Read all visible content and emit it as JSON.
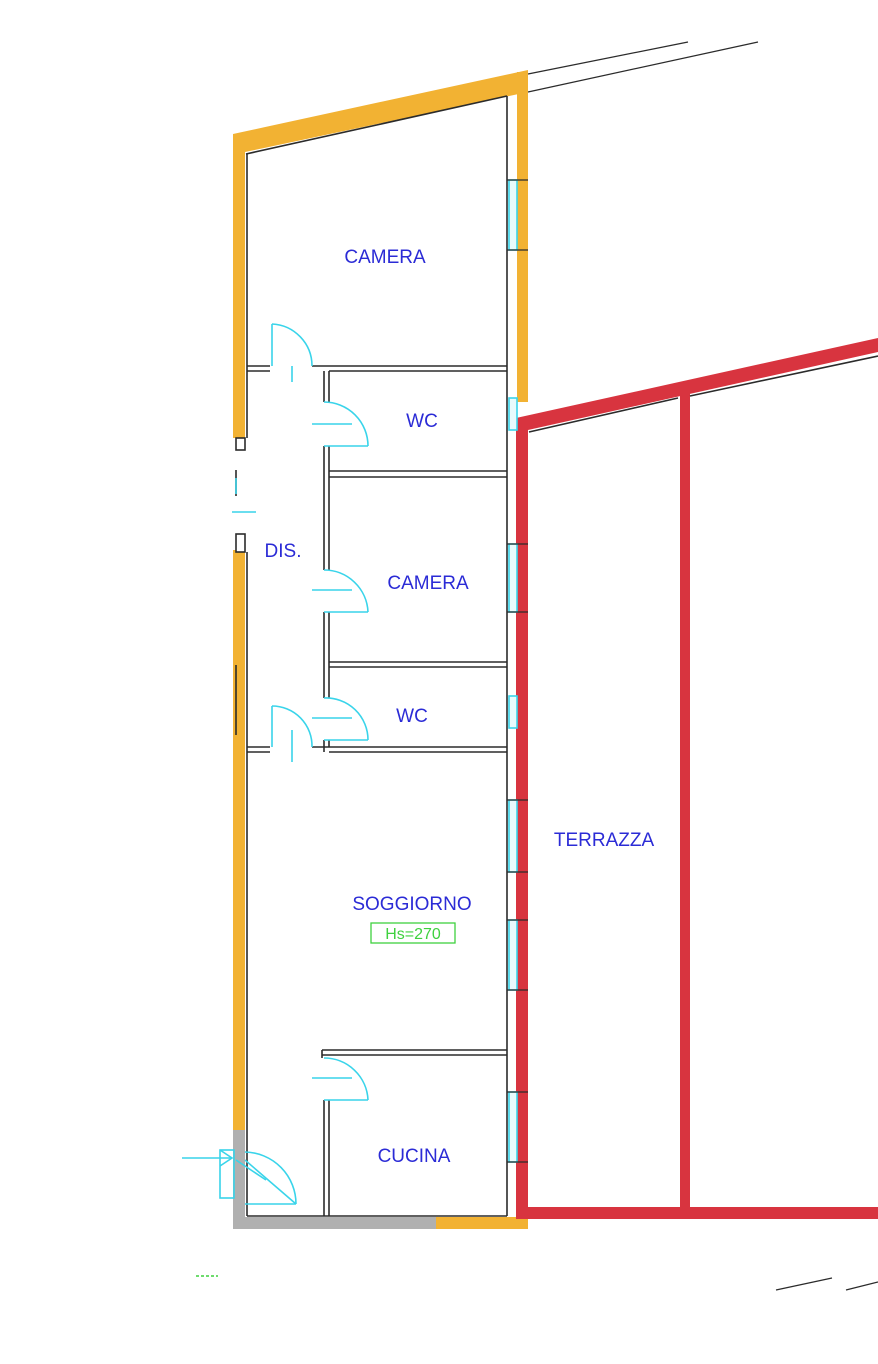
{
  "colors": {
    "wall": "#2b2b2b",
    "perimeter_orange": "#f2b233",
    "terrace_red": "#d8343f",
    "door_cyan": "#39d4ea",
    "label_blue": "#2b2bd6",
    "height_green": "#3fd13f",
    "shared_wall_gray": "#b0b0b0"
  },
  "rooms": {
    "camera_1": "CAMERA",
    "wc_1": "WC",
    "dis": "DIS.",
    "camera_2": "CAMERA",
    "wc_2": "WC",
    "terrazza": "TERRAZZA",
    "soggiorno": "SOGGIORNO",
    "cucina": "CUCINA"
  },
  "soggiorno_height": "Hs=270",
  "icons": {
    "door": "door-swing-arc",
    "window": "window-opening",
    "entrance": "entrance-arrow"
  }
}
